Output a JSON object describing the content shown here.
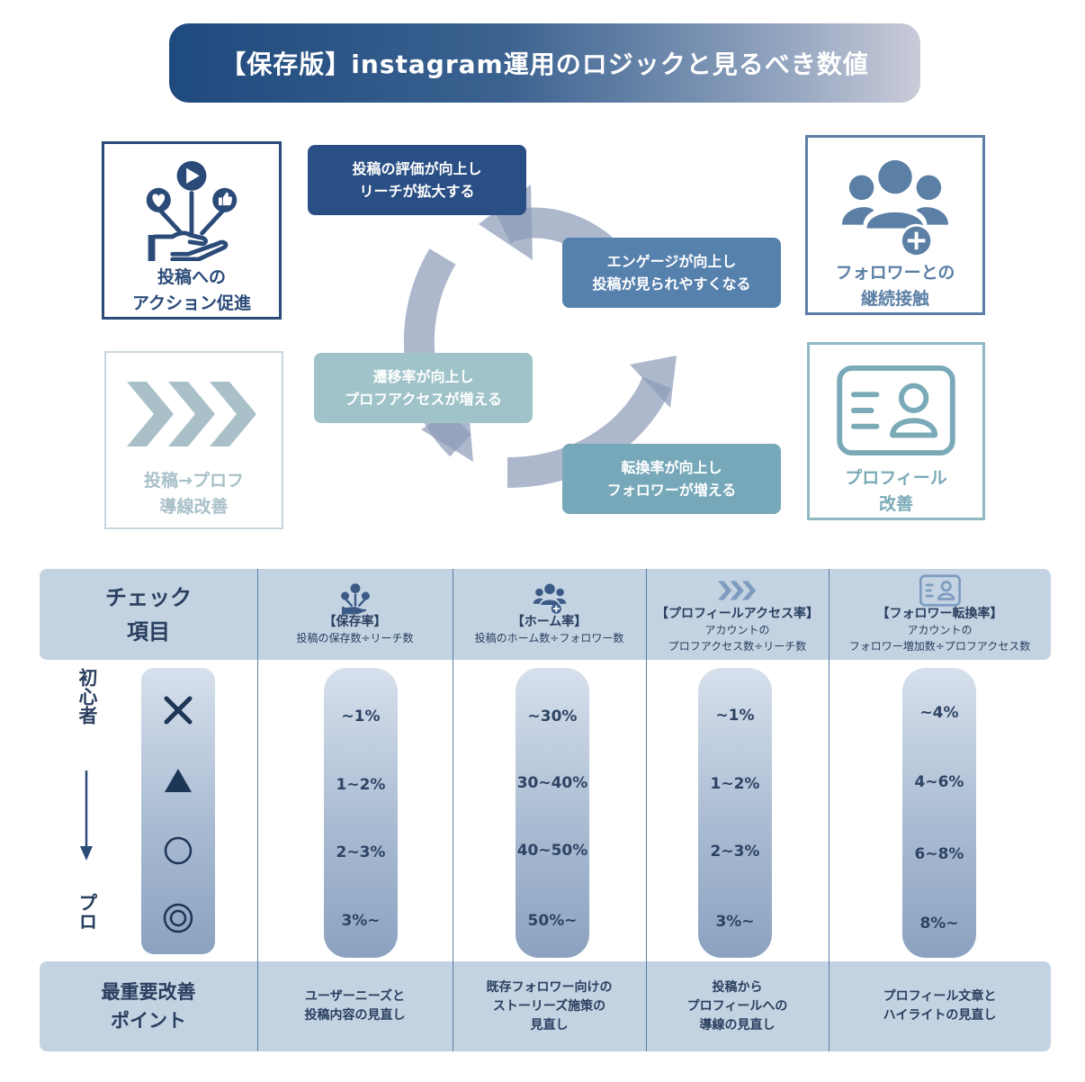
{
  "title": "【保存版】instagram運用のロジックと見るべき数値",
  "boxes": {
    "action": {
      "line1": "投稿への",
      "line2": "アクション促進"
    },
    "navigation": {
      "line1": "投稿→プロフ",
      "line2": "導線改善"
    },
    "follow": {
      "line1": "フォロワーとの",
      "line2": "継続接触"
    },
    "profile": {
      "line1": "プロフィール",
      "line2": "改善"
    }
  },
  "cycle_steps": [
    {
      "line1": "投稿の評価が向上し",
      "line2": "リーチが拡大する"
    },
    {
      "line1": "エンゲージが向上し",
      "line2": "投稿が見られやすくなる"
    },
    {
      "line1": "遷移率が向上し",
      "line2": "プロフアクセスが増える"
    },
    {
      "line1": "転換率が向上し",
      "line2": "フォロワーが増える"
    }
  ],
  "table": {
    "check_label": {
      "line1": "チェック",
      "line2": "項目"
    },
    "levels_top": "初心者",
    "levels_bottom": "プロ",
    "symbols": [
      "×",
      "▲",
      "○",
      "◎"
    ],
    "columns": [
      {
        "title": "【保存率】",
        "sub1": "投稿の保存数÷リーチ数",
        "sub2": "",
        "icon": "hand-social-icon",
        "values": [
          "~1%",
          "1~2%",
          "2~3%",
          "3%~"
        ],
        "point": {
          "line1": "ユーザーニーズと",
          "line2": "投稿内容の見直し",
          "line3": ""
        }
      },
      {
        "title": "【ホーム率】",
        "sub1": "投稿のホーム数÷フォロワー数",
        "sub2": "",
        "icon": "followers-icon",
        "values": [
          "~30%",
          "30~40%",
          "40~50%",
          "50%~"
        ],
        "point": {
          "line1": "既存フォロワー向けの",
          "line2": "ストーリーズ施策の",
          "line3": "見直し"
        }
      },
      {
        "title": "【プロフィールアクセス率】",
        "sub1": "アカウントの",
        "sub2": "プロフアクセス数÷リーチ数",
        "icon": "chevrons-icon",
        "values": [
          "~1%",
          "1~2%",
          "2~3%",
          "3%~"
        ],
        "point": {
          "line1": "投稿から",
          "line2": "プロフィールへの",
          "line3": "導線の見直し"
        }
      },
      {
        "title": "【フォロワー転換率】",
        "sub1": "アカウントの",
        "sub2": "フォロワー増加数÷プロフアクセス数",
        "icon": "profile-card-icon",
        "values": [
          "~4%",
          "4~6%",
          "6~8%",
          "8%~"
        ],
        "point": {
          "line1": "プロフィール文章と",
          "line2": "ハイライトの見直し",
          "line3": ""
        }
      }
    ],
    "footer_label": {
      "line1": "最重要改善",
      "line2": "ポイント"
    }
  },
  "colors": {
    "navy": "#2a4a78",
    "steel": "#5781ad",
    "teal": "#76a8b9",
    "light_teal": "#9fc3c9",
    "table_band": "#c3d3e2"
  }
}
